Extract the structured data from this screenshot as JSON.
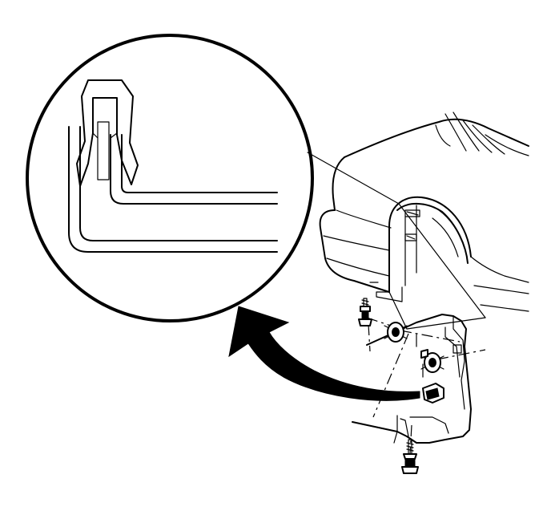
{
  "figure": {
    "kind": "line-art service illustration",
    "line_color": "#000000",
    "background": "#ffffff",
    "parts": [
      "detail-magnifier",
      "retainer-clip",
      "bracket-lines",
      "callout-arrow",
      "vehicle-fascia",
      "wheelhouse-liner",
      "splash-shield",
      "push-pin-retainers",
      "screws",
      "nut-clip"
    ]
  }
}
